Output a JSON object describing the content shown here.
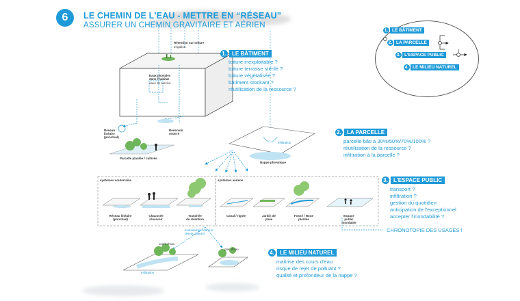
{
  "header": {
    "number": "6",
    "title": "LE CHEMIN DE L'EAU - METTRE EN “RÉSEAU”",
    "subtitle": "ASSURER UN CHEMIN GRAVITAIRE ET AÉRIEN"
  },
  "legend_circle": {
    "items": [
      {
        "num": "1.",
        "label": "LE BÂTIMENT"
      },
      {
        "num": "2.",
        "label": "LA PARCELLE"
      },
      {
        "num": "3.",
        "label": "L'ESPACE PUBLIC"
      },
      {
        "num": "4.",
        "label": "LE MILIEU NATUREL"
      }
    ]
  },
  "sections": {
    "batiment": {
      "num": "1.",
      "label": "LE BÂTIMENT",
      "items": [
        "toiture inexploitable ?",
        "toiture terrasse stérile ?",
        "toiture végétalisée ?",
        "bâtiment stockant ?",
        "réutilisation de la ressource ?"
      ]
    },
    "parcelle": {
      "num": "2.",
      "label": "LA PARCELLE",
      "items": [
        "parcelle bâti à 30%/50%/70%/100% ?",
        "réutilisation de la ressource ?",
        "infiltration à la parcelle ?"
      ]
    },
    "espace_public": {
      "num": "3.",
      "label": "L'ESPACE PUBLIC",
      "items": [
        "transport ?",
        "infiltration ?",
        "gestion du quotidien",
        "anticipation de l'exceptionnel",
        "accepter l'inondabilité ?"
      ]
    },
    "milieu_naturel": {
      "num": "4.",
      "label": "LE MILIEU NATUREL",
      "items": [
        "maitrise des cours d'eau",
        "risque de rejet de polluant ?",
        "qualité et profondeur de la nappe ?"
      ]
    }
  },
  "chronotopie": "CHRONOTOPIE DES USAGES !",
  "labels": {
    "retention_toiture": "Rétention sur toiture",
    "irrigation": "irrigation",
    "eaux_pluviales": "Eaux pluviales dans l'habitat",
    "eaux_services": "eaux de service",
    "reseau_lineaire": "Réseau linéaire (ponctuel)",
    "reservoir_enterre": "Réservoir enterré",
    "parcelle_plantee": "Parcelle plantée / cultivée",
    "infiltration": "infiltration",
    "nappe_phreatique": "Nappe phréatique",
    "systemes_souterrains": "systèmes souterrains",
    "systemes_aeriens": "systèmes aériens",
    "reseau_lineaire2": "Réseau linéaire (ponctuel)",
    "chaussee_reservoir": "Chaussée réservoir",
    "tranchee": "Tranchée de rétention",
    "canal": "Canal / rigole",
    "jardin_pluie": "Jardin de pluie",
    "noue": "Fossé / Noue plantée",
    "espace_inondable": "Espace public inondable",
    "exutoire": "exutoire/rejet dans le réseau naturel",
    "cours_eau": "cours d'eau",
    "plan_eau": "plan d'eau",
    "infiltration2": "infiltration"
  },
  "colors": {
    "accent": "#1f9ad8",
    "water": "#bfe3f3",
    "tree": "#6fb65a"
  }
}
